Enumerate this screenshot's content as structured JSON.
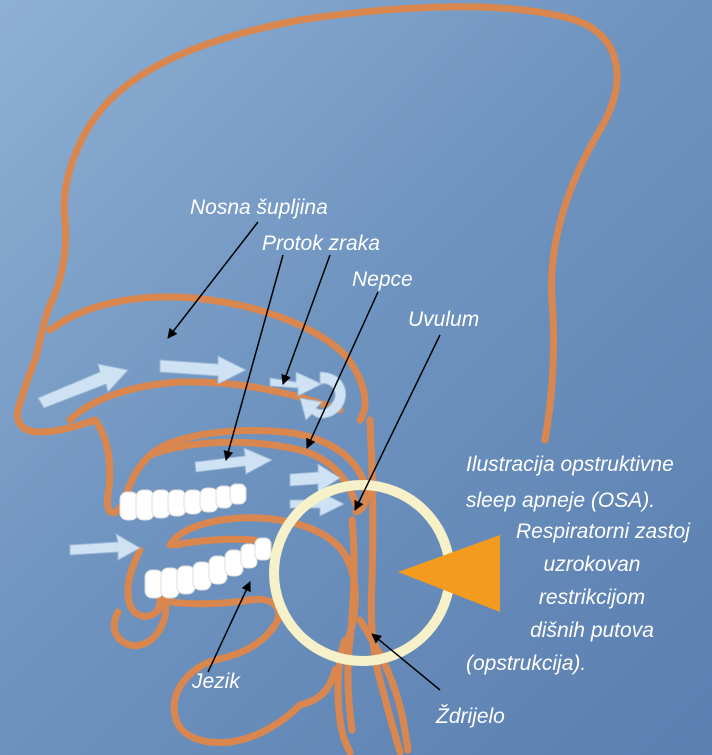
{
  "labels": {
    "nasal_cavity": "Nosna šupljina",
    "airflow": "Protok zraka",
    "palate": "Nepce",
    "uvula": "Uvulum",
    "tongue": "Jezik",
    "pharynx": "Ždrijelo"
  },
  "description_lines": [
    "Ilustracija opstruktivne",
    "sleep apneje (OSA).",
    "Respiratorni zastoj",
    "uzrokovan",
    "restrikcijom",
    "dišnih putova",
    "(opstrukcija)."
  ],
  "colors": {
    "outline": "#d9874f",
    "airflow_arrow": "#cfe2f4",
    "highlight_ring": "#f6f1c8",
    "pointer": "#f39a1f",
    "label_text": "#ffffff",
    "teeth": "#ffffff"
  }
}
